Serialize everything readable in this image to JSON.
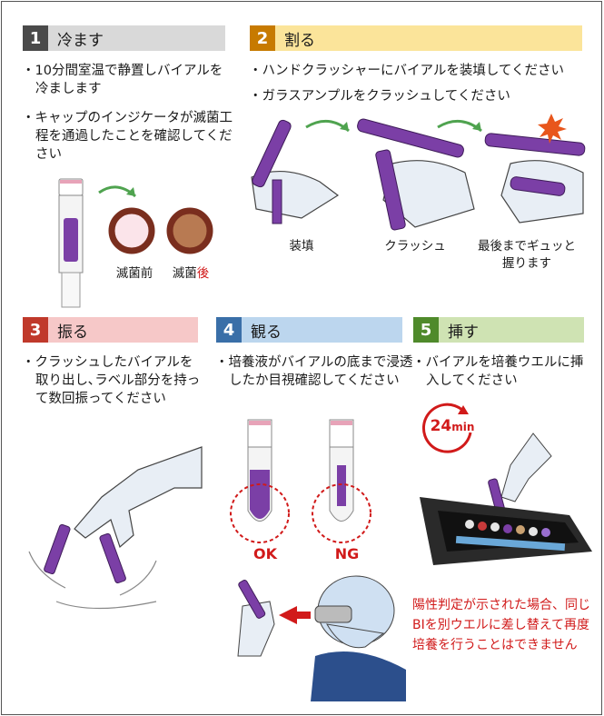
{
  "steps": [
    {
      "num": "1",
      "title": "冷ます",
      "color": "#d9d9d9",
      "badge": "#4a4a4a",
      "bullets": [
        "10分間室温で静置しバイアルを冷まします",
        "キャップのインジケータが滅菌工程を通過したことを確認してください"
      ],
      "labels": {
        "before": "滅菌前",
        "after_a": "滅菌",
        "after_b": "後"
      }
    },
    {
      "num": "2",
      "title": "割る",
      "color": "#fbe49a",
      "badge": "#c77a00",
      "bullets": [
        "ハンドクラッシャーにバイアルを装填してください",
        "ガラスアンプルをクラッシュしてください"
      ],
      "labels": {
        "load": "装填",
        "crush": "クラッシュ",
        "grip": "最後までギュッと握ります"
      }
    },
    {
      "num": "3",
      "title": "振る",
      "color": "#f6c8c8",
      "badge": "#c0392b",
      "bullets": [
        "クラッシュしたバイアルを取り出し､ラベル部分を持って数回振ってください"
      ]
    },
    {
      "num": "4",
      "title": "観る",
      "color": "#bcd6ee",
      "badge": "#3a6fa8",
      "bullets": [
        "培養液がバイアルの底まで浸透したか目視確認してください"
      ],
      "labels": {
        "ok": "OK",
        "ng": "NG"
      }
    },
    {
      "num": "5",
      "title": "挿す",
      "color": "#cfe3b3",
      "badge": "#4f8a2b",
      "bullets": [
        "バイアルを培養ウエルに挿入してください"
      ],
      "labels": {
        "timer": "24",
        "timer_unit": "min"
      },
      "warning": "陽性判定が示された場合、同じBIを別ウエルに差し替えて再度培養を行うことはできません"
    }
  ],
  "colors": {
    "purple": "#7b3fa6",
    "red": "#d11a1a",
    "green": "#4fa34f",
    "glove": "#e8eef5"
  }
}
